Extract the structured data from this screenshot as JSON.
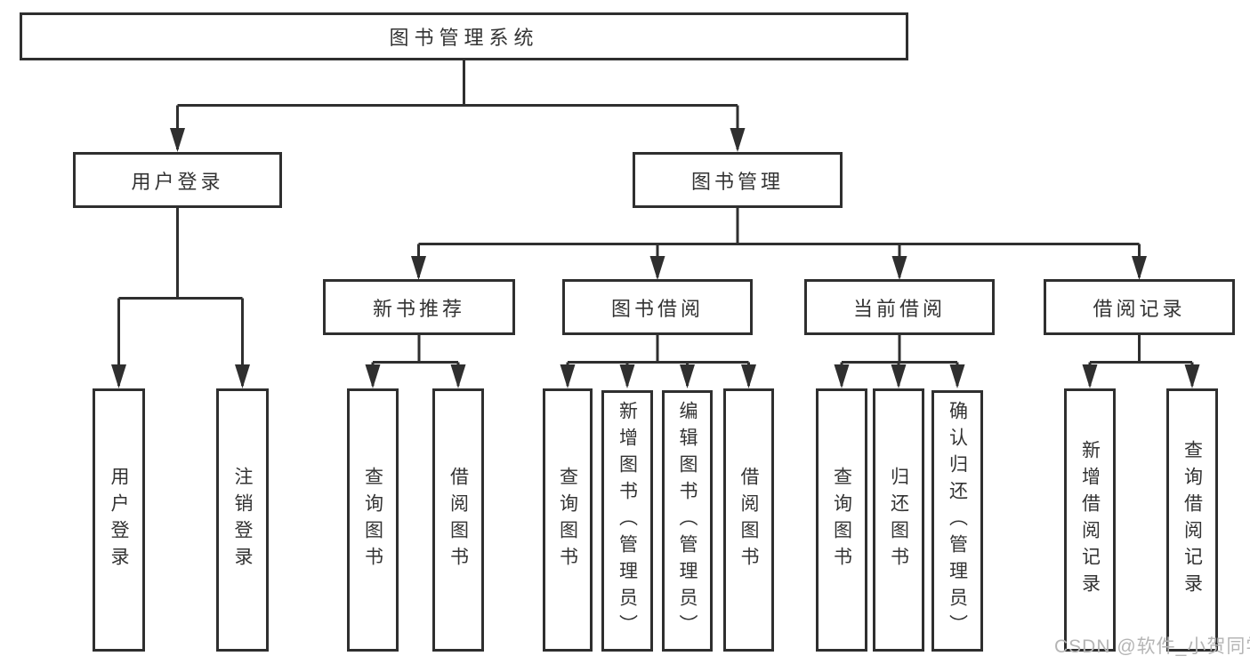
{
  "diagram": {
    "root": {
      "label": "图书管理系统"
    },
    "branches": [
      {
        "label": "用户登录",
        "children": [
          {
            "label": "用户登录"
          },
          {
            "label": "注销登录"
          }
        ]
      },
      {
        "label": "图书管理",
        "children": [
          {
            "label": "新书推荐",
            "children": [
              {
                "label": "查询图书"
              },
              {
                "label": "借阅图书"
              }
            ]
          },
          {
            "label": "图书借阅",
            "children": [
              {
                "label": "查询图书"
              },
              {
                "label": "新增图书（管理员）"
              },
              {
                "label": "编辑图书（管理员）"
              },
              {
                "label": "借阅图书"
              }
            ]
          },
          {
            "label": "当前借阅",
            "children": [
              {
                "label": "查询图书"
              },
              {
                "label": "归还图书"
              },
              {
                "label": "确认归还（管理员）"
              }
            ]
          },
          {
            "label": "借阅记录",
            "children": [
              {
                "label": "新增借阅记录"
              },
              {
                "label": "查询借阅记录"
              }
            ]
          }
        ]
      }
    ],
    "colors": {
      "line": "#2f2f2f",
      "box_background": "#ffffff",
      "text": "#333333",
      "watermark": "#b5b5b5"
    }
  },
  "watermark": {
    "text": "CSDN @软件_小贺同学"
  }
}
